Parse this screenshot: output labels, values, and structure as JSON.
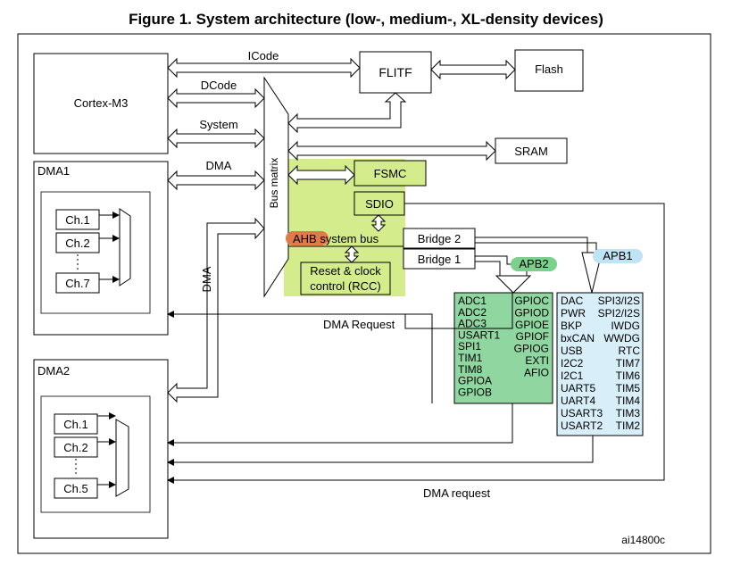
{
  "title": "Figure 1. System architecture (low-, medium-, XL-density devices)",
  "figure_id": "ai14800c",
  "blocks": {
    "cortex": "Cortex-M3",
    "flitf": "FLITF",
    "flash": "Flash",
    "sram": "SRAM",
    "fsmc": "FSMC",
    "sdio": "SDIO",
    "bus_matrix": "Bus matrix",
    "ahb_bus": "AHB system bus",
    "bridge2": "Bridge  2",
    "bridge1": "Bridge  1",
    "rcc_line1": "Reset & clock",
    "rcc_line2": "control (RCC)"
  },
  "buses": {
    "icode": "ICode",
    "dcode": "DCode",
    "system": "System",
    "dma": "DMA",
    "dma_vertical": "DMA"
  },
  "dma1": {
    "label": "DMA1",
    "channels": [
      "Ch.1",
      "Ch.2",
      "Ch.7"
    ]
  },
  "dma2": {
    "label": "DMA2",
    "channels": [
      "Ch.1",
      "Ch.2",
      "Ch.5"
    ]
  },
  "requests": {
    "upper": "DMA Request",
    "lower": "DMA request"
  },
  "apb2": {
    "label": "APB2",
    "left": [
      "ADC1",
      "ADC2",
      "ADC3",
      "USART1",
      "SPI1",
      "TIM1",
      "TIM8",
      "GPIOA",
      "GPIOB"
    ],
    "right": [
      "GPIOC",
      "GPIOD",
      "GPIOE",
      "GPIOF",
      "GPIOG",
      "EXTI",
      "AFIO"
    ]
  },
  "apb1": {
    "label": "APB1",
    "left": [
      "DAC",
      "PWR",
      "BKP",
      "bxCAN",
      "USB",
      "I2C2",
      "I2C1",
      "UART5",
      "UART4",
      "USART3",
      "USART2"
    ],
    "right": [
      "SPI3/I2S",
      "SPI2/I2S",
      "IWDG",
      "WWDG",
      "RTC",
      "TIM7",
      "TIM6",
      "TIM5",
      "TIM4",
      "TIM3",
      "TIM2"
    ]
  },
  "colors": {
    "highlight_green": "#d4ec8c",
    "ahb_orange": "#e07a4a",
    "apb2_fill": "#8fd6a0",
    "apb2_tag": "#7ccf8c",
    "apb1_fill": "#d8eef8",
    "apb1_tag": "#bfe4f4"
  }
}
